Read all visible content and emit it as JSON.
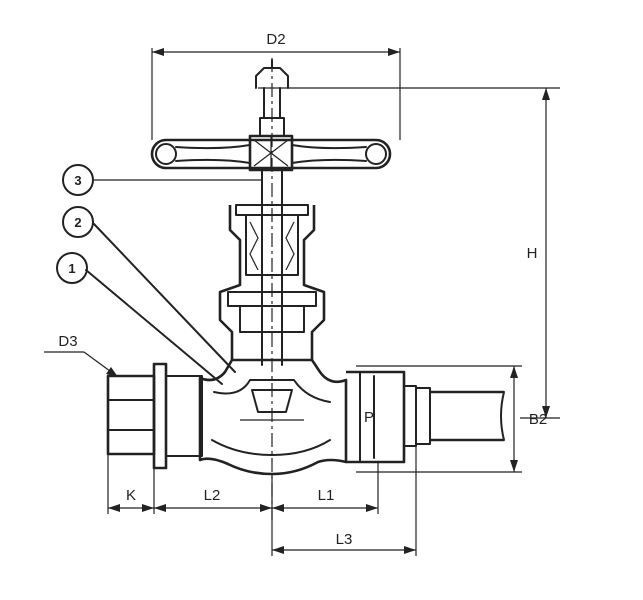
{
  "dimensions": {
    "d2": "D2",
    "h": "H",
    "d3": "D3",
    "b2": "B2",
    "k": "K",
    "l2": "L2",
    "l1": "L1",
    "l3": "L3"
  },
  "callouts": {
    "one": "1",
    "two": "2",
    "three": "3"
  },
  "colors": {
    "ink": "#222222",
    "background": "#ffffff"
  }
}
